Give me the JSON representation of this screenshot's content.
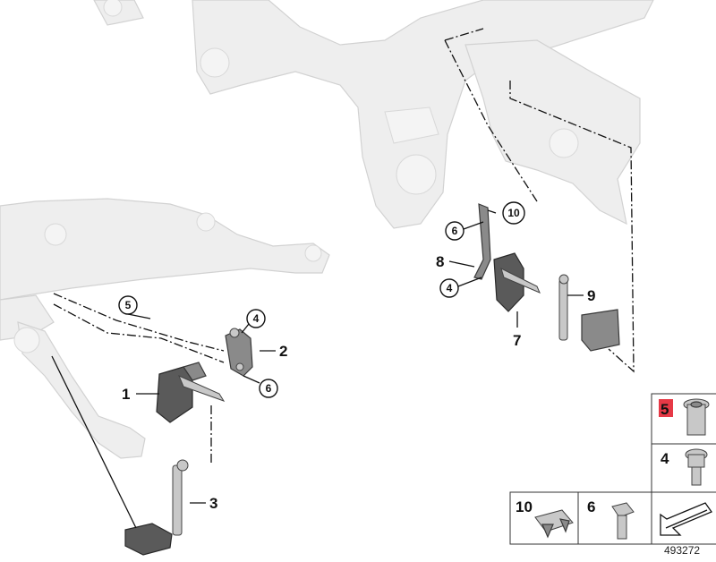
{
  "callouts": {
    "c1": "1",
    "c2": "2",
    "c3": "3",
    "c4a": "4",
    "c5a": "5",
    "c6a": "6",
    "c4b": "4",
    "c6b": "6",
    "c7": "7",
    "c8": "8",
    "c9": "9",
    "c10a": "10"
  },
  "legend": {
    "k5": "5",
    "k4": "4",
    "k10": "10",
    "k6": "6",
    "highlight_color": "#e63946"
  },
  "doc_number": "493272"
}
